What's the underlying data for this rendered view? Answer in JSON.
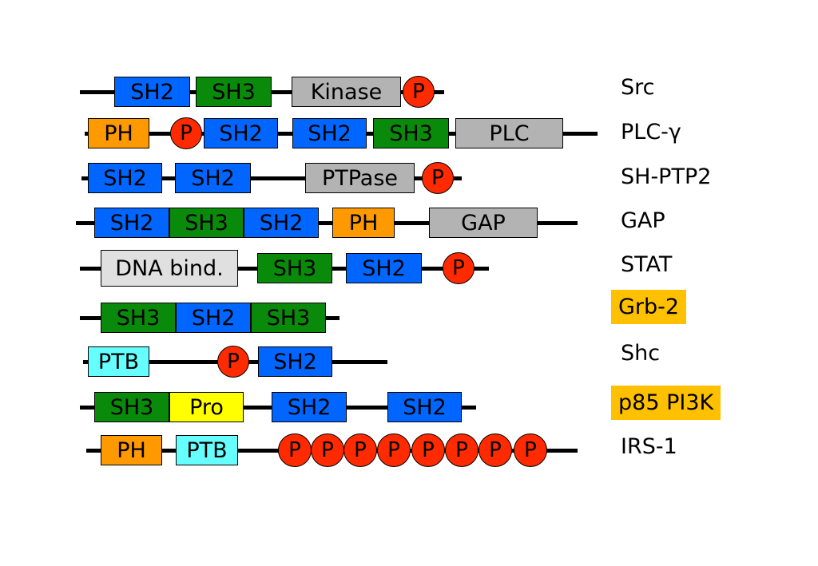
{
  "colors": {
    "SH2": "#0066ff",
    "SH3": "#0a8a0a",
    "Kinase": "#b3b3b3",
    "PH": "#ff9900",
    "PLC": "#b3b3b3",
    "PTPase": "#b3b3b3",
    "GAP": "#b3b3b3",
    "DNA bind.": "#e0e0e0",
    "PTB": "#66ffff",
    "Pro": "#ffff00",
    "P": "#ff2a00",
    "highlight": "#ffc000"
  },
  "proteins": [
    {
      "name": "Src",
      "highlight": false,
      "domains": [
        {
          "type": "domain",
          "label": "SH2"
        },
        {
          "type": "domain",
          "label": "SH3"
        },
        {
          "type": "domain",
          "label": "Kinase"
        },
        {
          "type": "phospho",
          "label": "P"
        }
      ]
    },
    {
      "name": "PLC-γ",
      "highlight": false,
      "domains": [
        {
          "type": "domain",
          "label": "PH"
        },
        {
          "type": "phospho",
          "label": "P"
        },
        {
          "type": "domain",
          "label": "SH2"
        },
        {
          "type": "domain",
          "label": "SH2"
        },
        {
          "type": "domain",
          "label": "SH3"
        },
        {
          "type": "domain",
          "label": "PLC"
        }
      ]
    },
    {
      "name": "SH-PTP2",
      "highlight": false,
      "domains": [
        {
          "type": "domain",
          "label": "SH2"
        },
        {
          "type": "domain",
          "label": "SH2"
        },
        {
          "type": "domain",
          "label": "PTPase"
        },
        {
          "type": "phospho",
          "label": "P"
        }
      ]
    },
    {
      "name": "GAP",
      "highlight": false,
      "domains": [
        {
          "type": "domain",
          "label": "SH2"
        },
        {
          "type": "domain",
          "label": "SH3"
        },
        {
          "type": "domain",
          "label": "SH2"
        },
        {
          "type": "domain",
          "label": "PH"
        },
        {
          "type": "domain",
          "label": "GAP"
        }
      ]
    },
    {
      "name": "STAT",
      "highlight": false,
      "domains": [
        {
          "type": "domain",
          "label": "DNA bind."
        },
        {
          "type": "domain",
          "label": "SH3"
        },
        {
          "type": "domain",
          "label": "SH2"
        },
        {
          "type": "phospho",
          "label": "P"
        }
      ]
    },
    {
      "name": "Grb-2",
      "highlight": true,
      "domains": [
        {
          "type": "domain",
          "label": "SH3"
        },
        {
          "type": "domain",
          "label": "SH2"
        },
        {
          "type": "domain",
          "label": "SH3"
        }
      ]
    },
    {
      "name": "Shc",
      "highlight": false,
      "domains": [
        {
          "type": "domain",
          "label": "PTB"
        },
        {
          "type": "phospho",
          "label": "P"
        },
        {
          "type": "domain",
          "label": "SH2"
        }
      ]
    },
    {
      "name": "p85 PI3K",
      "highlight": true,
      "domains": [
        {
          "type": "domain",
          "label": "SH3"
        },
        {
          "type": "domain",
          "label": "Pro"
        },
        {
          "type": "domain",
          "label": "SH2"
        },
        {
          "type": "domain",
          "label": "SH2"
        }
      ]
    },
    {
      "name": "IRS-1",
      "highlight": false,
      "domains": [
        {
          "type": "domain",
          "label": "PH"
        },
        {
          "type": "domain",
          "label": "PTB"
        },
        {
          "type": "phospho",
          "label": "P"
        },
        {
          "type": "phospho",
          "label": "P"
        },
        {
          "type": "phospho",
          "label": "P"
        },
        {
          "type": "phospho",
          "label": "P"
        },
        {
          "type": "phospho",
          "label": "P"
        },
        {
          "type": "phospho",
          "label": "P"
        },
        {
          "type": "phospho",
          "label": "P"
        },
        {
          "type": "phospho",
          "label": "P"
        }
      ]
    }
  ]
}
